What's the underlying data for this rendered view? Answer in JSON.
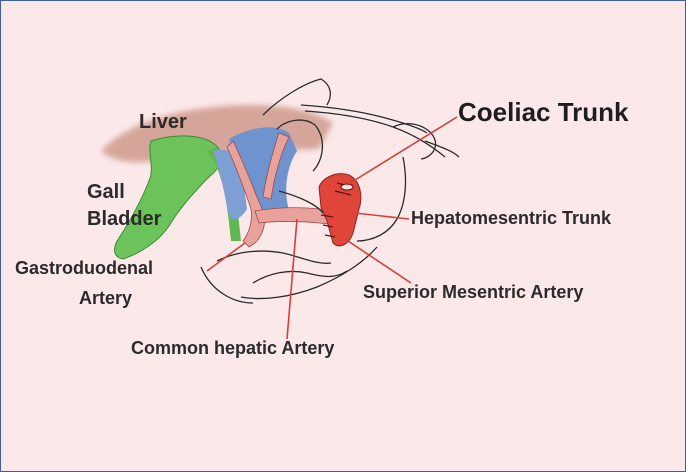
{
  "labels": {
    "liver": "Liver",
    "gall_line1": "Gall",
    "gall_line2": "Bladder",
    "coeliac_trunk": "Coeliac Trunk",
    "hepatomesentric_trunk": "Hepatomesentric Trunk",
    "superior_mesentric_artery": "Superior Mesentric Artery",
    "gastroduodenal_line1": "Gastroduodenal",
    "gastroduodenal_line2": "Artery",
    "common_hepatic_artery": "Common hepatic Artery"
  },
  "colors": {
    "background": "#fbe9ea",
    "border": "#3d5fa8",
    "liver": "#c98f7f",
    "gall_bladder": "#6cc35a",
    "portal_vein": "#6f93cf",
    "artery": "#e8a19b",
    "trunk": "#e0453a",
    "pointer_line": "#d5403b",
    "outline": "#2b2b2b"
  }
}
